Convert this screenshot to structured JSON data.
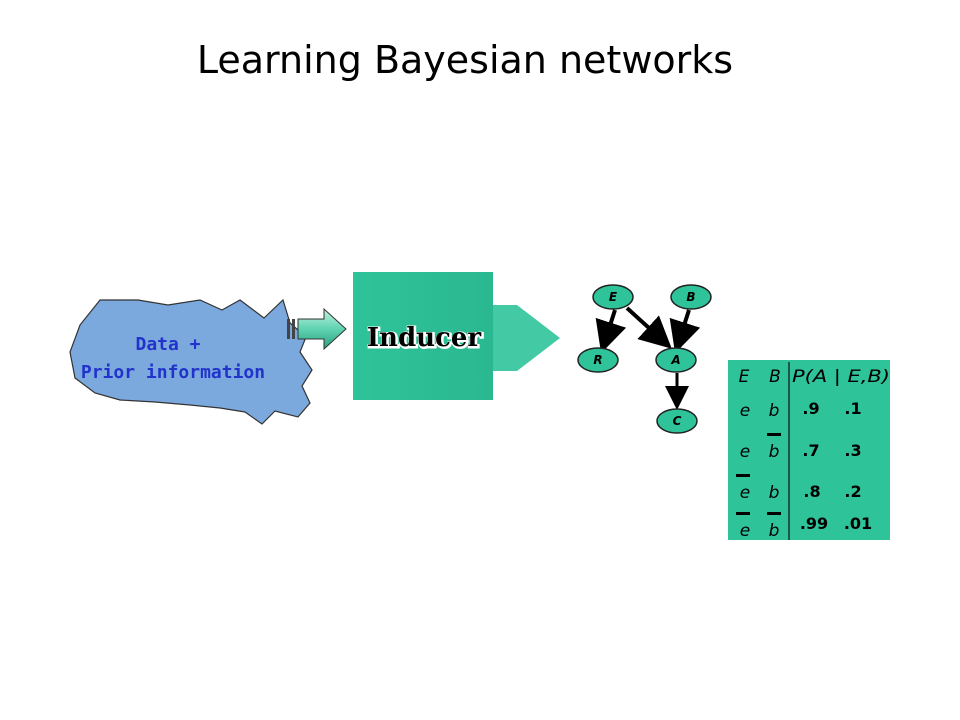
{
  "slide": {
    "title": "Learning Bayesian networks"
  },
  "data_blob": {
    "line1": "Data +",
    "line2": "Prior information",
    "fill": "#7ba9dd"
  },
  "inducer": {
    "label": "Inducer",
    "fill": "#2fc39a"
  },
  "network": {
    "nodes": {
      "E": "E",
      "B": "B",
      "R": "R",
      "A": "A",
      "C": "C"
    },
    "node_fill": "#2fc39a"
  },
  "cpt": {
    "fill": "#2fc39a",
    "header": {
      "e": "E",
      "b": "B",
      "p": "P(A | E,B)"
    },
    "rows": [
      {
        "e": "e",
        "b": "b",
        "e_negated": false,
        "b_negated": false,
        "p1": ".9",
        "p2": ".1"
      },
      {
        "e": "e",
        "b": "b",
        "e_negated": false,
        "b_negated": true,
        "p1": ".7",
        "p2": ".3"
      },
      {
        "e": "e",
        "b": "b",
        "e_negated": true,
        "b_negated": false,
        "p1": ".8",
        "p2": ".2"
      },
      {
        "e": "e",
        "b": "b",
        "e_negated": true,
        "b_negated": true,
        "p1": ".99",
        "p2": ".01"
      }
    ]
  }
}
